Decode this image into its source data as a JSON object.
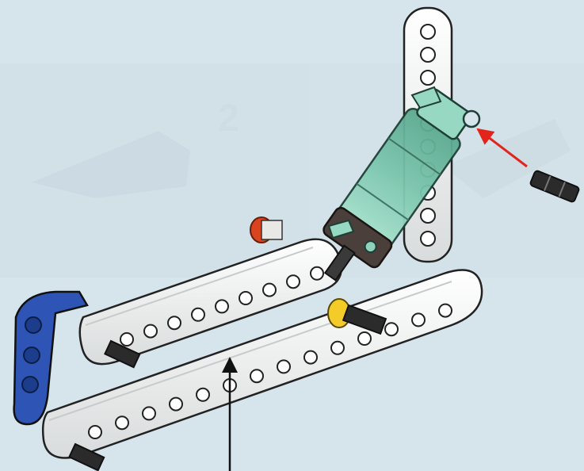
{
  "scene": {
    "background_color": "#d6e4ec",
    "watermark_step_number": "2",
    "parts": [
      {
        "name": "vertical-beam",
        "color": "#f4f4f2"
      },
      {
        "name": "pneumatic-cylinder",
        "color": "#8fd3bd"
      },
      {
        "name": "cylinder-base",
        "color": "#4a3f3a"
      },
      {
        "name": "angled-liftarm-blue",
        "color": "#2e55b5"
      },
      {
        "name": "long-beam-upper",
        "color": "#f4f4f2"
      },
      {
        "name": "long-beam-lower",
        "color": "#f4f4f2"
      },
      {
        "name": "red-bush",
        "color": "#d8441f"
      },
      {
        "name": "yellow-bush",
        "color": "#f3cc2a"
      },
      {
        "name": "connector-pin",
        "color": "#2b2b2b"
      }
    ],
    "callouts": [
      {
        "name": "insert-pin-arrow",
        "color": "#e3241d"
      },
      {
        "name": "pointer-line",
        "color": "#111111"
      }
    ]
  }
}
